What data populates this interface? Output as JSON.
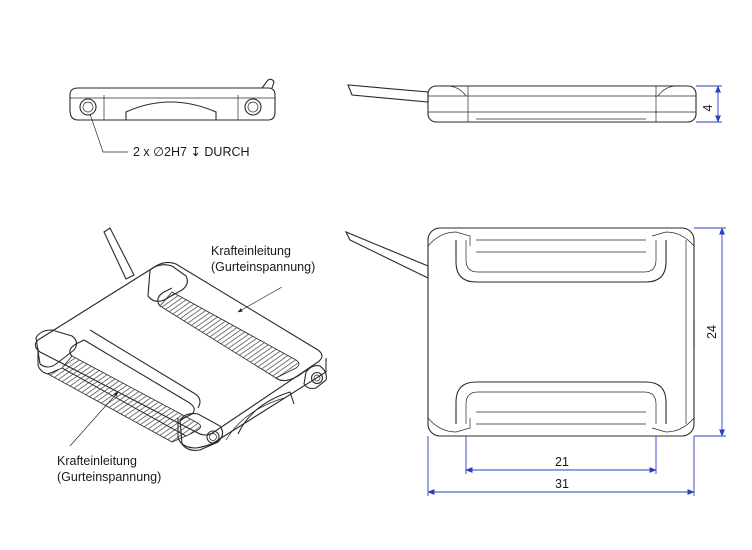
{
  "hole_callout": "2 x ∅2H7 ↧ DURCH",
  "force_label_top": {
    "line1": "Krafteinleitung",
    "line2": "(Gurteinspannung)"
  },
  "force_label_bottom": {
    "line1": "Krafteinleitung",
    "line2": "(Gurteinspannung)"
  },
  "dimensions": {
    "height_side_view": "4",
    "height_top_view": "24",
    "inner_width": "21",
    "overall_width": "31"
  },
  "colors": {
    "outline": "#2a2a2a",
    "dimension_line": "#2a3fbf",
    "background": "#ffffff"
  }
}
